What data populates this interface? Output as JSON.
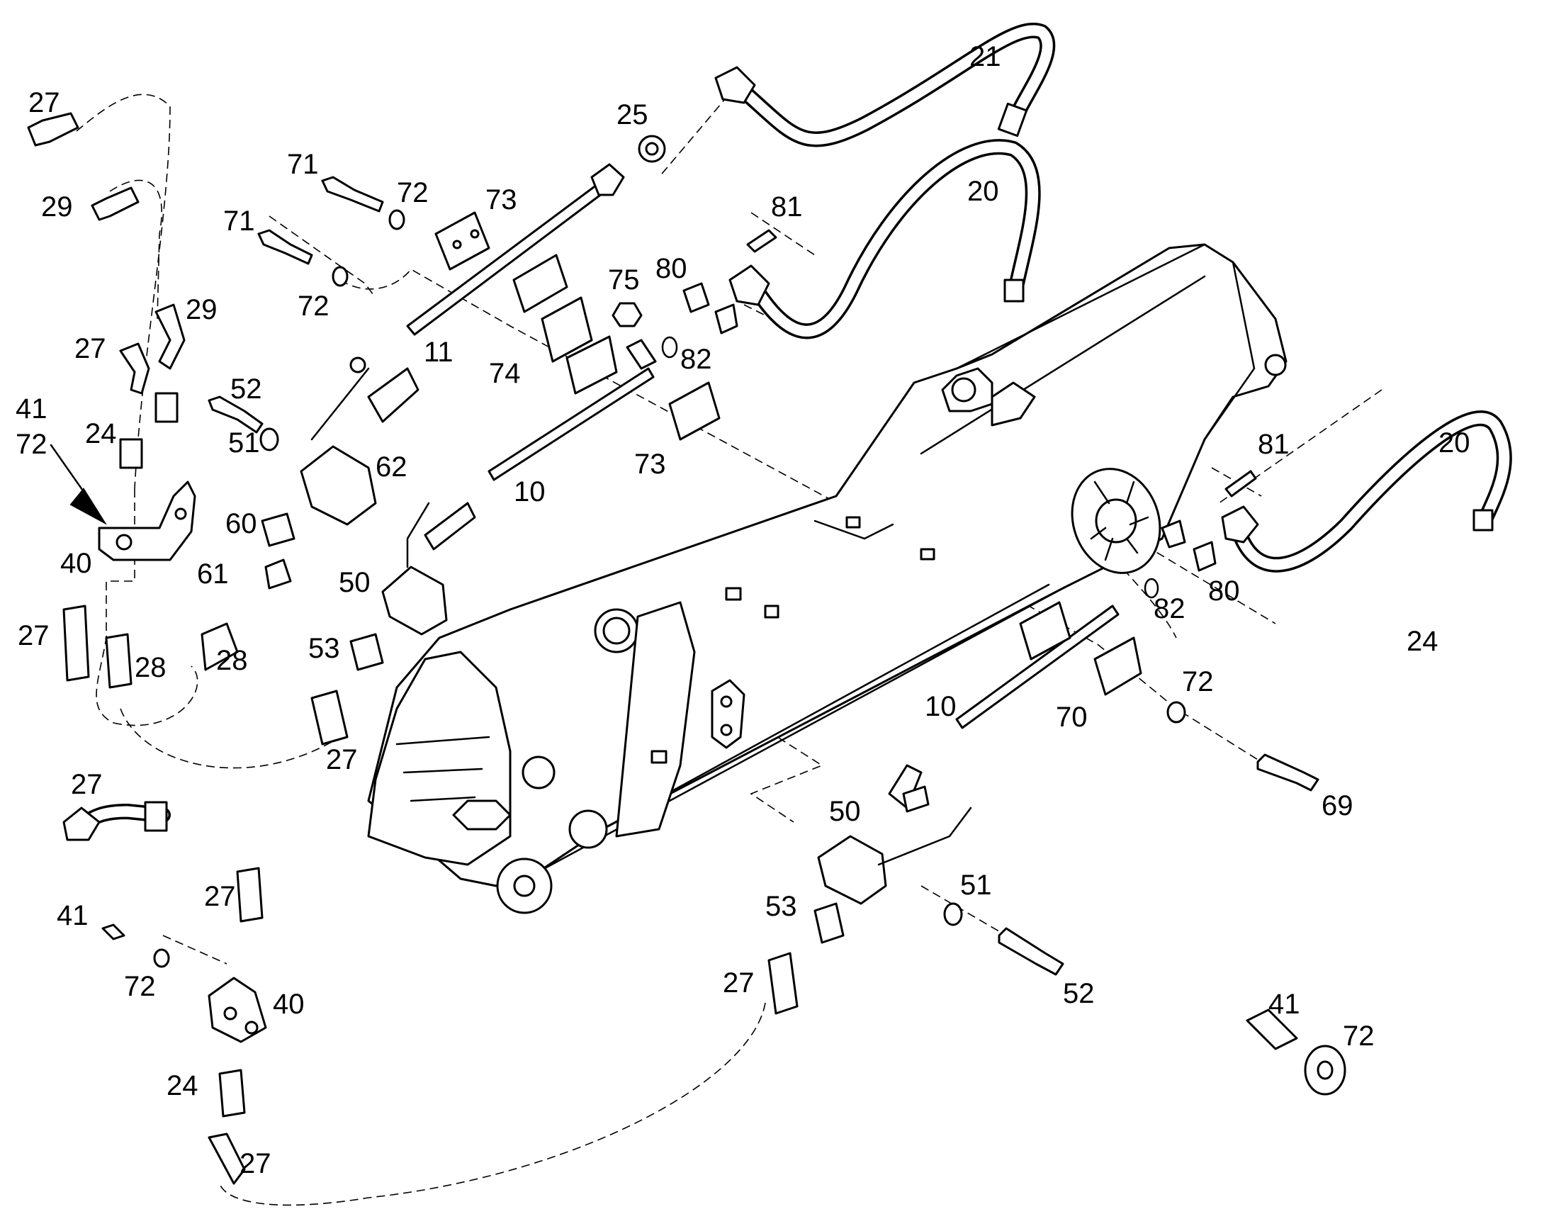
{
  "colors": {
    "line": "#000000",
    "background": "#ffffff"
  },
  "callouts": {
    "c27a": "27",
    "c29a": "29",
    "c29b": "29",
    "c27b": "27",
    "c41a": "41",
    "c72a": "72",
    "c24a": "24",
    "c40a": "40",
    "c27c": "27",
    "c28a": "28",
    "c28b": "28",
    "c27d": "27",
    "c71a": "71",
    "c71b": "71",
    "c72b": "72",
    "c72c": "72",
    "c73a": "73",
    "c52a": "52",
    "c51a": "51",
    "c62": "62",
    "c60": "60",
    "c61": "61",
    "c50a": "50",
    "c53a": "53",
    "c11": "11",
    "c74": "74",
    "c10a": "10",
    "c25": "25",
    "c21": "21",
    "c20a": "20",
    "c81a": "81",
    "c80a": "80",
    "c75": "75",
    "c82a": "82",
    "c73b": "73",
    "c81b": "81",
    "c20b": "20",
    "c82b": "82",
    "c80b": "80",
    "c24b": "24",
    "c72d": "72",
    "c10b": "10",
    "c70": "70",
    "c69": "69",
    "c50b": "50",
    "c51b": "51",
    "c53b": "53",
    "c27e": "27",
    "c52b": "52",
    "c27f": "27",
    "c27g": "27",
    "c41b": "41",
    "c72e": "72",
    "c40b": "40",
    "c24c": "24",
    "c27h": "27",
    "c41c": "41",
    "c72f": "72"
  }
}
